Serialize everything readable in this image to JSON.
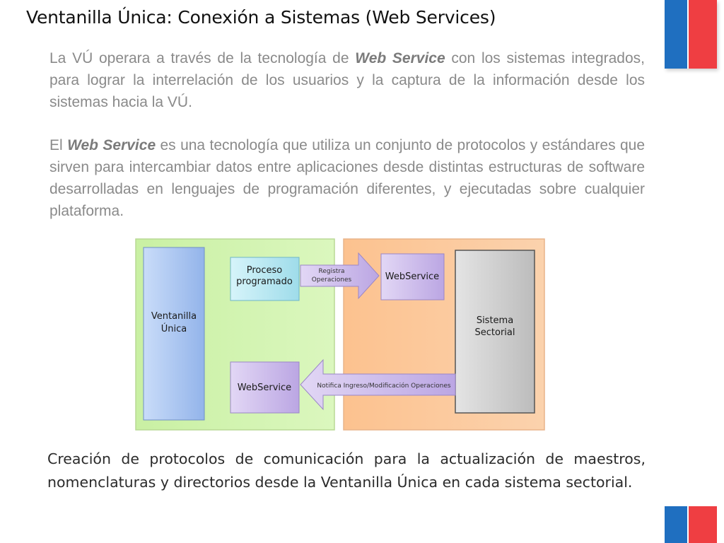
{
  "title": "Ventanilla Única: Conexión a Sistemas (Web Services)",
  "paragraph1": {
    "pre": "La VÚ operara a través de la tecnología de ",
    "emph": "Web Service",
    "post": " con los sistemas integrados, para lograr la interrelación de los usuarios y la captura de la información desde los sistemas hacia la VÚ."
  },
  "paragraph2": {
    "pre": "El ",
    "emph": "Web Service",
    "post": " es una tecnología que utiliza un conjunto de protocolos y estándares que sirven para intercambiar datos entre aplicaciones desde distintas estructuras de software desarrolladas en lenguajes de programación diferentes, y ejecutadas sobre cualquier plataforma."
  },
  "diagram": {
    "ventanilla": [
      "Ventanilla",
      "Única"
    ],
    "proceso": [
      "Proceso",
      "programado"
    ],
    "arrow_top": [
      "Registra",
      "Operaciones"
    ],
    "webservice_top": "WebService",
    "sistema": [
      "Sistema",
      "Sectorial"
    ],
    "webservice_bottom": "WebService",
    "arrow_bottom": "Notifica Ingreso/Modificación Operaciones"
  },
  "paragraph3": "Creación de protocolos de comunicación para la actualización de maestros, nomenclaturas y directorios desde la Ventanilla Única en cada sistema sectorial.",
  "colors": {
    "flag_blue": "#1f6fc0",
    "flag_red": "#ef3e42",
    "green_panel": "#cdf3a8",
    "orange_panel": "#fbc79a",
    "blue_box": "#a9c6f2",
    "cyan_box": "#b4e9f3",
    "purple_box": "#cdbcea",
    "gray_box": "#cfcfcf"
  }
}
